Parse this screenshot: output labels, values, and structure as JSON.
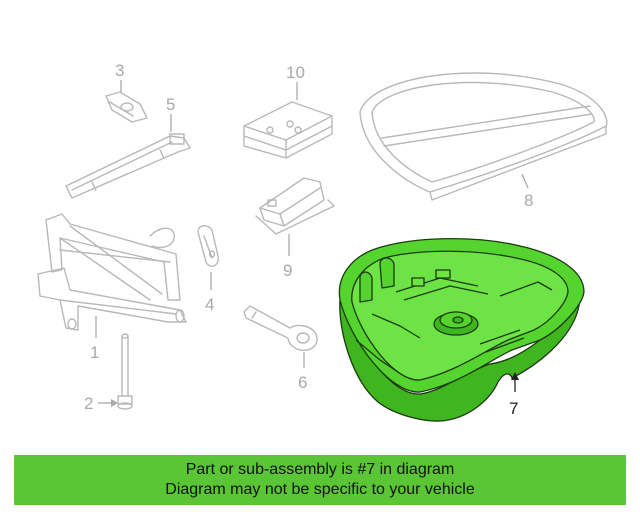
{
  "callouts": {
    "c1": "1",
    "c2": "2",
    "c3": "3",
    "c4": "4",
    "c5": "5",
    "c6": "6",
    "c7": "7",
    "c8": "8",
    "c9": "9",
    "c10": "10"
  },
  "highlight_part": "7",
  "highlight_color": "#5ac636",
  "banner": {
    "line1": "Part or sub-assembly is #7 in diagram",
    "line2": "Diagram may not be specific to your vehicle"
  }
}
